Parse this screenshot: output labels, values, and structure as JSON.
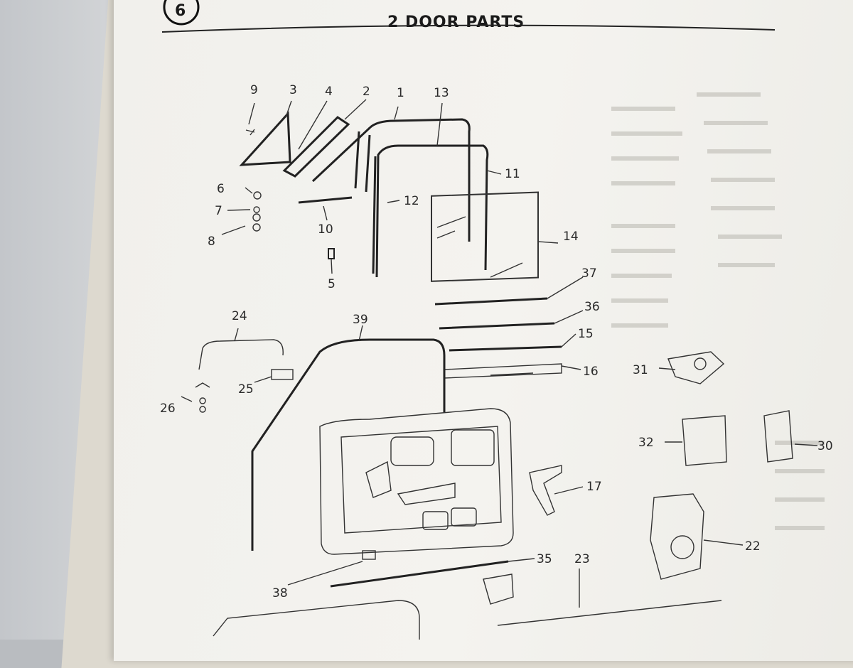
{
  "header": {
    "section_number": "6",
    "title": "2 DOOR PARTS"
  },
  "part_labels": [
    "9",
    "3",
    "4",
    "2",
    "1",
    "13",
    "11",
    "12",
    "6",
    "7",
    "8",
    "10",
    "5",
    "14",
    "37",
    "36",
    "24",
    "39",
    "15",
    "16",
    "31",
    "25",
    "26",
    "32",
    "30",
    "17",
    "22",
    "35",
    "23",
    "38"
  ]
}
